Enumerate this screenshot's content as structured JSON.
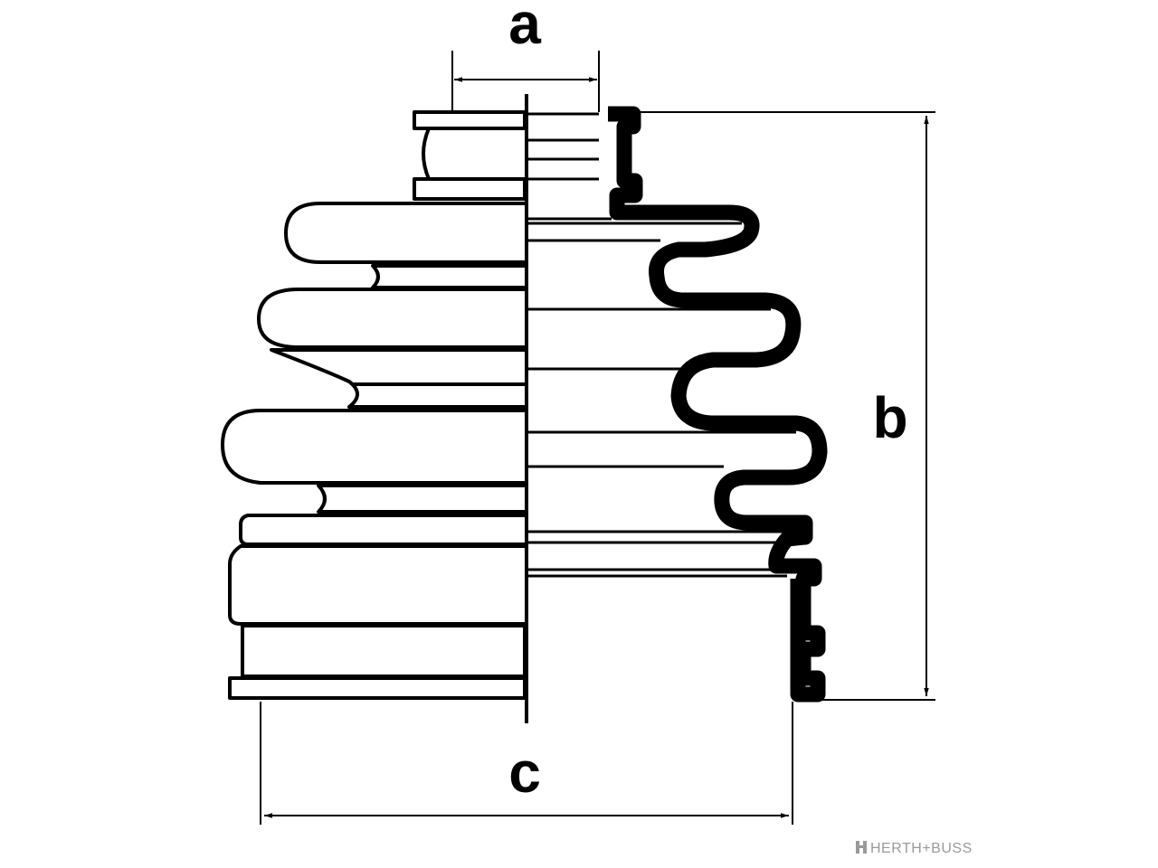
{
  "labels": {
    "a": "a",
    "b": "b",
    "c": "c"
  },
  "brand": {
    "name": "HERTH+BUSS",
    "logo_icon": "herth-buss-logo-icon"
  }
}
